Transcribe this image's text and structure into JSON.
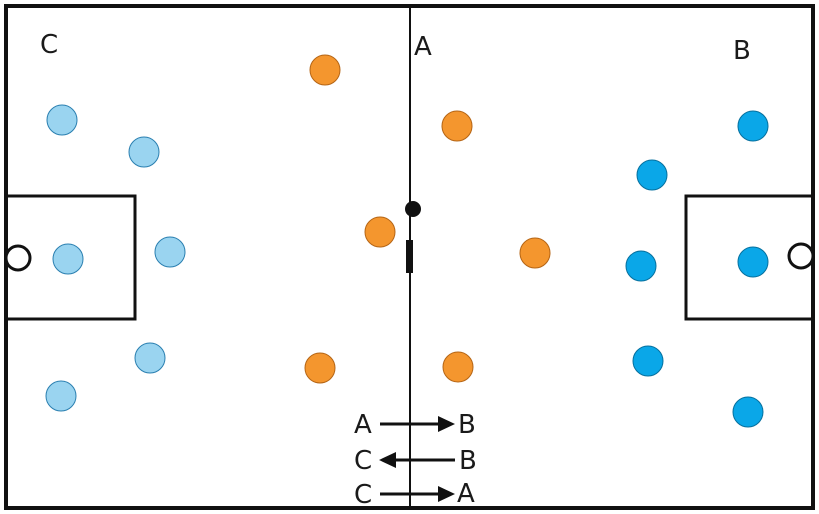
{
  "labels": {
    "team_c": "C",
    "team_a": "A",
    "team_b": "B"
  },
  "legend": [
    {
      "from": "A",
      "to": "B",
      "direction": "right"
    },
    {
      "from": "C",
      "to": "B",
      "direction": "left"
    },
    {
      "from": "C",
      "to": "A",
      "direction": "right"
    }
  ],
  "colors": {
    "team_c": "#9ad4f0",
    "team_a": "#f4962e",
    "team_b": "#0aa7e8",
    "lines": "#111111",
    "background": "#ffffff"
  },
  "icons": {
    "ball": "ball-icon",
    "goal": "goal-icon",
    "arrow": "arrow-icon"
  }
}
